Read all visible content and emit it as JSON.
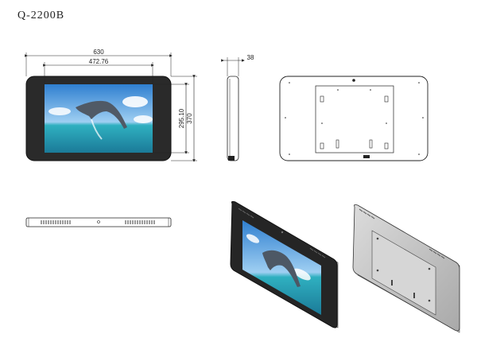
{
  "title": "Q-2200B",
  "dimensions": {
    "overall_width": "630",
    "screen_width": "472.76",
    "screen_height": "295.10",
    "overall_height": "370",
    "depth": "38"
  },
  "colors": {
    "bezel": "#2a2a2a",
    "sky": "#3f8fd6",
    "sea": "#2aa7b5",
    "back_panel": "#c8c8c8",
    "line": "#222222"
  }
}
